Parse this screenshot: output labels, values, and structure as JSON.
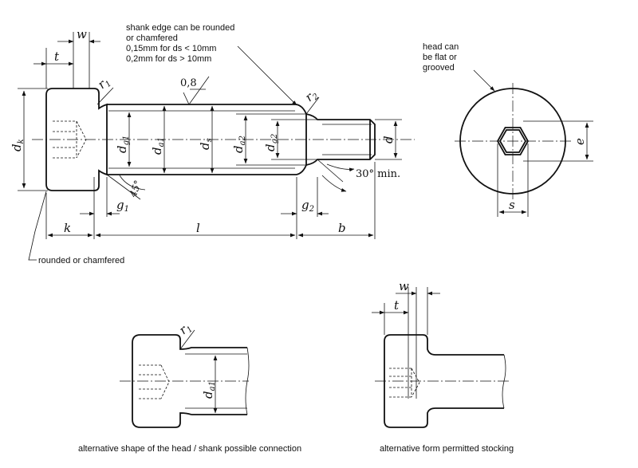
{
  "notes": {
    "shank_edge": [
      "shank edge can be rounded",
      "or chamfered",
      "0,15mm for ds < 10mm",
      "0,2mm for ds > 10mm"
    ],
    "head_can": [
      "head can",
      "be flat or",
      "grooved"
    ],
    "rounded_or_chamfered": "rounded or chamfered"
  },
  "captions": {
    "alt_head": "alternative shape of the head / shank possible connection",
    "alt_stocking": "alternative form permitted stocking"
  },
  "labels": {
    "t": "t",
    "w": "w",
    "r1": "r",
    "r1_sub": "1",
    "r2": "r",
    "r2_sub": "2",
    "roughness": "0,8",
    "dk": "d",
    "dk_sub": "k",
    "dg1": "d",
    "dg1_sub": "g1",
    "da1": "d",
    "da1_sub": "a1",
    "ds": "d",
    "ds_sub": "s",
    "da2": "d",
    "da2_sub": "a2",
    "dg2": "d",
    "dg2_sub": "g2",
    "d": "d",
    "g1": "g",
    "g1_sub": "1",
    "g2": "g",
    "g2_sub": "2",
    "angle45": "45°",
    "angle30": "30° min.",
    "k": "k",
    "l": "l",
    "b": "b",
    "e": "e",
    "s": "s",
    "alt1_r1": "r",
    "alt1_r1_sub": "1",
    "alt1_da1": "d",
    "alt1_da1_sub": "a1",
    "alt2_w": "w",
    "alt2_t": "t"
  }
}
